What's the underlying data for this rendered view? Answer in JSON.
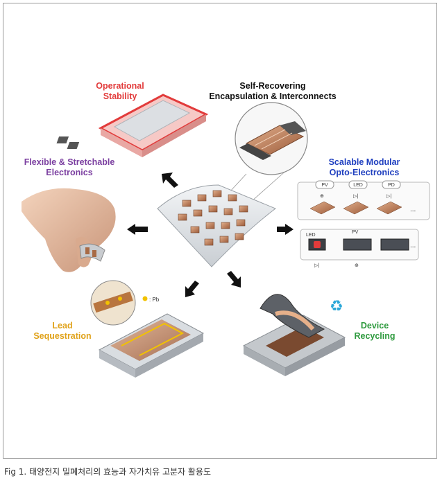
{
  "labels": {
    "operational_stability": [
      "Operational",
      "Stability"
    ],
    "self_recovering": [
      "Self-Recovering",
      "Encapsulation & Interconnects"
    ],
    "flexible": [
      "Flexible & Stretchable",
      "Electronics"
    ],
    "scalable": [
      "Scalable Modular",
      "Opto-Electronics"
    ],
    "lead": [
      "Lead",
      "Sequestration"
    ],
    "recycling": [
      "Device",
      "Recycling"
    ]
  },
  "module_labels": {
    "pv": "PV",
    "led": "LED",
    "pd": "PD",
    "ellipsis": "..."
  },
  "lead_legend": ": Pb",
  "caption": "Fig 1. 태양전지 밀폐처리의 효능과 자가치유 고분자 활용도",
  "colors": {
    "operational": "#e23b3b",
    "self_recovering": "#111111",
    "flexible": "#7b3fa0",
    "scalable": "#1f3fbf",
    "lead": "#e0a21a",
    "recycling": "#2e9a3e"
  }
}
